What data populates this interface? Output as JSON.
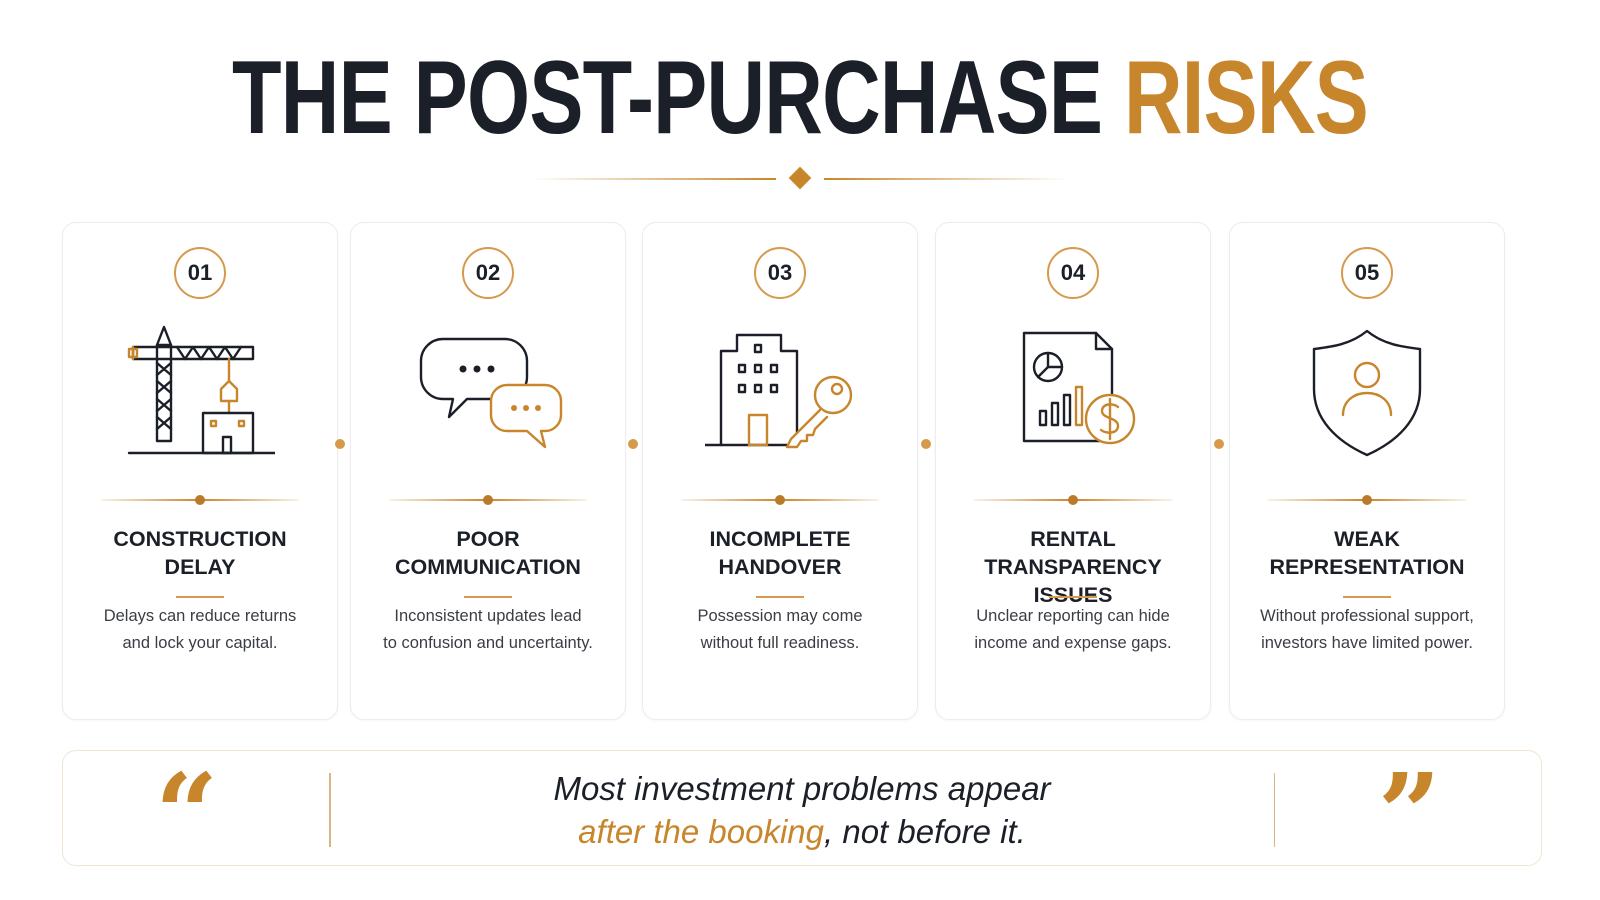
{
  "title": {
    "main": "THE POST-PURCHASE",
    "accent": "RISKS"
  },
  "colors": {
    "accent": "#c8862c",
    "dark": "#1b1f27"
  },
  "cards": [
    {
      "number": "01",
      "icon": "construction-crane-icon",
      "heading_line1": "CONSTRUCTION",
      "heading_line2": "DELAY",
      "desc_line1": "Delays can reduce returns",
      "desc_line2": "and lock your capital."
    },
    {
      "number": "02",
      "icon": "chat-bubbles-icon",
      "heading_line1": "POOR",
      "heading_line2": "COMMUNICATION",
      "desc_line1": "Inconsistent updates lead",
      "desc_line2": "to confusion and uncertainty."
    },
    {
      "number": "03",
      "icon": "building-key-icon",
      "heading_line1": "INCOMPLETE",
      "heading_line2": "HANDOVER",
      "desc_line1": "Possession may come",
      "desc_line2": "without full readiness."
    },
    {
      "number": "04",
      "icon": "report-dollar-icon",
      "heading_line1": "RENTAL",
      "heading_line2": "TRANSPARENCY ISSUES",
      "desc_line1": "Unclear reporting can hide",
      "desc_line2": "income and expense gaps."
    },
    {
      "number": "05",
      "icon": "shield-person-icon",
      "heading_line1": "WEAK",
      "heading_line2": "REPRESENTATION",
      "desc_line1": "Without professional support,",
      "desc_line2": "investors have limited power."
    }
  ],
  "quote": {
    "line1": "Most investment problems appear",
    "line2_highlight": "after the booking",
    "line2_rest": ", not before it.",
    "open_mark": "“",
    "close_mark": "”"
  }
}
